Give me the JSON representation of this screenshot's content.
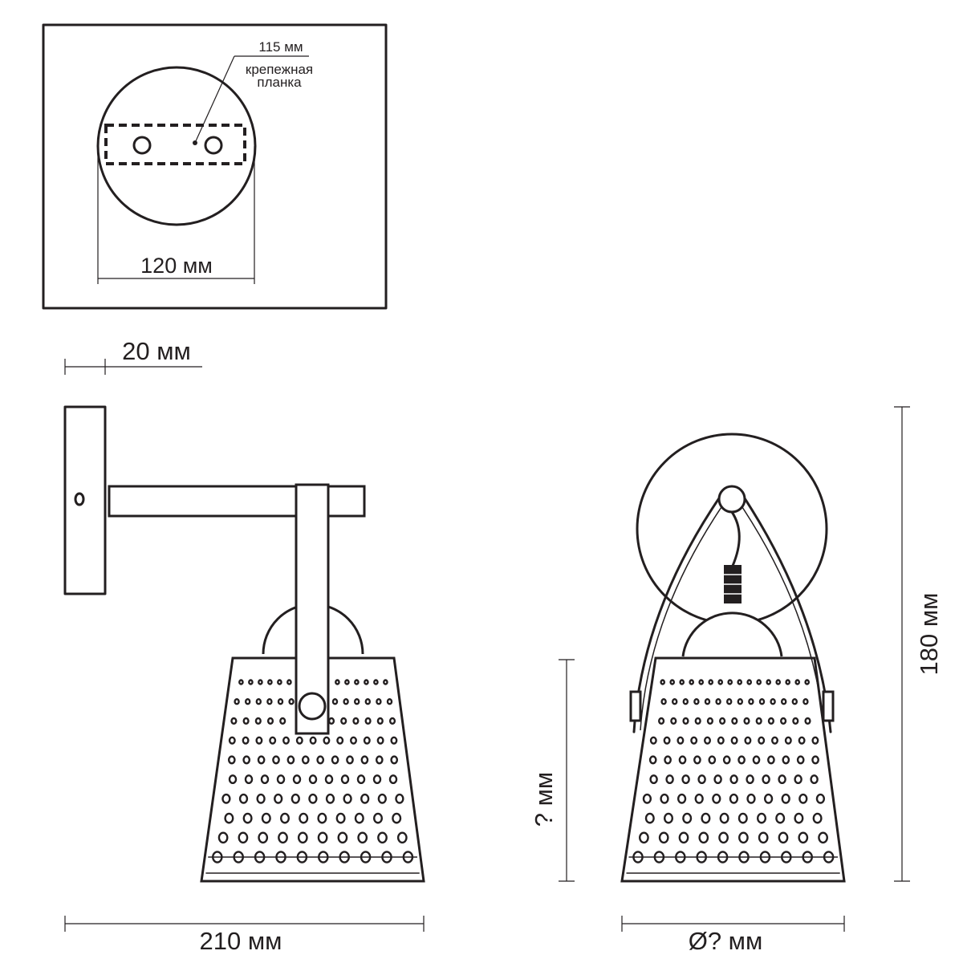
{
  "mount_plate": {
    "bar_width_label": "115 мм",
    "bar_label_line1": "крепежная",
    "bar_label_line2": "планка",
    "diameter_label": "120 мм"
  },
  "side_view": {
    "depth_label": "20 мм",
    "width_label": "210 мм"
  },
  "front_view": {
    "height_label": "180 мм",
    "shade_height_label": "? мм",
    "diameter_label": "Ø? мм"
  }
}
